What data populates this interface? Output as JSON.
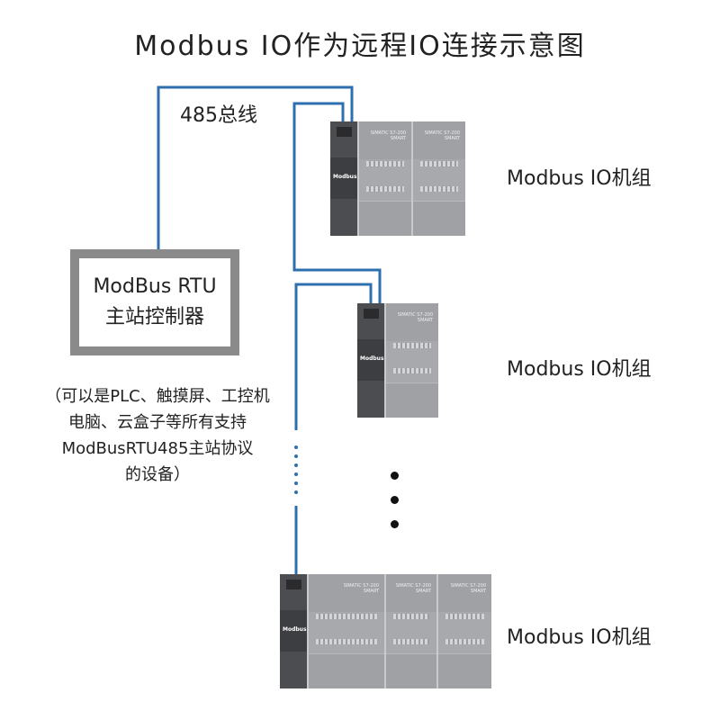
{
  "title": "Modbus IO作为远程IO连接示意图",
  "bus_label": "485总线",
  "controller": {
    "line1": "ModBus RTU",
    "line2": "主站控制器"
  },
  "note": [
    "（可以是PLC、触摸屏、工控机",
    "电脑、云盒子等所有支持",
    "ModBusRTU485主站协议",
    "的设备）"
  ],
  "units": [
    {
      "label": "Modbus IO机组",
      "cpu_brand": "Modbus IO",
      "module_text": "SIMATIC S7-200 SMART"
    },
    {
      "label": "Modbus IO机组",
      "cpu_brand": "Modbus IO",
      "module_text": "SIMATIC S7-200 SMART"
    },
    {
      "label": "Modbus IO机组",
      "cpu_brand": "Modbus IO",
      "module_text": "SIMATIC S7-200 SMART"
    }
  ],
  "colors": {
    "wire": "#2e6fb0",
    "controller_frame": "#8a8a8a",
    "module_body": "#a7a9ac",
    "cpu_body": "#4b4d50"
  }
}
